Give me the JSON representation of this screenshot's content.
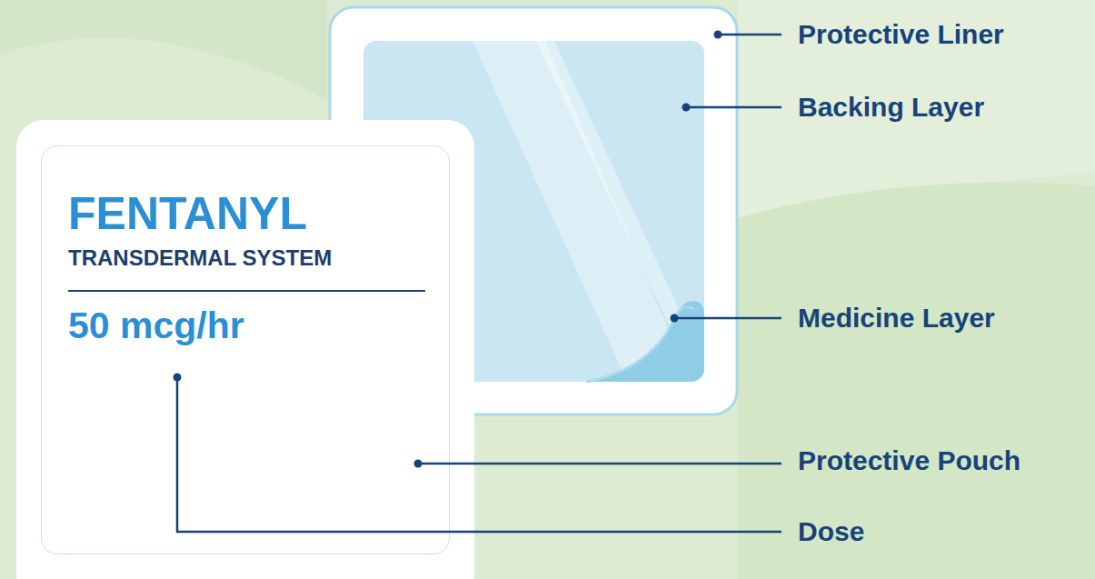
{
  "diagram": {
    "nodes": [
      {
        "text": [
          "FENTANYL",
          "TRANSDERMAL SYSTEM",
          "50 mcg/hr"
        ]
      }
    ],
    "labels": [
      "Protective Liner",
      "Backing Layer",
      "Medicine Layer",
      "Protective Pouch",
      "Dose"
    ]
  }
}
